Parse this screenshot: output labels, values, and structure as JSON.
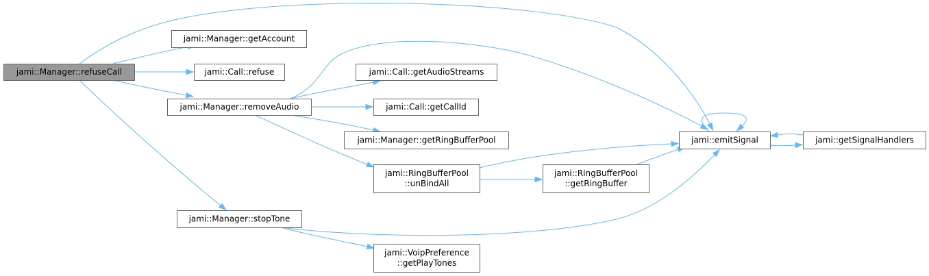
{
  "graph": {
    "nodes": [
      {
        "id": "refuseCall",
        "lines": [
          "jami::Manager::refuseCall"
        ],
        "root": true
      },
      {
        "id": "getAccount",
        "lines": [
          "jami::Manager::getAccount"
        ]
      },
      {
        "id": "refuse",
        "lines": [
          "jami::Call::refuse"
        ]
      },
      {
        "id": "removeAudio",
        "lines": [
          "jami::Manager::removeAudio"
        ]
      },
      {
        "id": "stopTone",
        "lines": [
          "jami::Manager::stopTone"
        ]
      },
      {
        "id": "getAudioStreams",
        "lines": [
          "jami::Call::getAudioStreams"
        ]
      },
      {
        "id": "getCallId",
        "lines": [
          "jami::Call::getCallId"
        ]
      },
      {
        "id": "getRingBufferPool",
        "lines": [
          "jami::Manager::getRingBufferPool"
        ]
      },
      {
        "id": "unBindAll",
        "lines": [
          "jami::RingBufferPool",
          "::unBindAll"
        ]
      },
      {
        "id": "getPlayTones",
        "lines": [
          "jami::VoipPreference",
          "::getPlayTones"
        ]
      },
      {
        "id": "getRingBuffer",
        "lines": [
          "jami::RingBufferPool",
          "::getRingBuffer"
        ]
      },
      {
        "id": "emitSignal",
        "lines": [
          "jami::emitSignal"
        ]
      },
      {
        "id": "getSignalHandlers",
        "lines": [
          "jami::getSignalHandlers"
        ]
      }
    ],
    "edges": [
      {
        "from": "refuseCall",
        "to": "emitSignal"
      },
      {
        "from": "refuseCall",
        "to": "getAccount"
      },
      {
        "from": "refuseCall",
        "to": "refuse"
      },
      {
        "from": "refuseCall",
        "to": "removeAudio"
      },
      {
        "from": "refuseCall",
        "to": "stopTone"
      },
      {
        "from": "removeAudio",
        "to": "emitSignal"
      },
      {
        "from": "removeAudio",
        "to": "getAudioStreams"
      },
      {
        "from": "removeAudio",
        "to": "getCallId"
      },
      {
        "from": "removeAudio",
        "to": "getRingBufferPool"
      },
      {
        "from": "removeAudio",
        "to": "unBindAll"
      },
      {
        "from": "emitSignal",
        "to": "emitSignal"
      },
      {
        "from": "emitSignal",
        "to": "getSignalHandlers"
      },
      {
        "from": "getSignalHandlers",
        "to": "emitSignal"
      },
      {
        "from": "unBindAll",
        "to": "emitSignal"
      },
      {
        "from": "unBindAll",
        "to": "getRingBuffer"
      },
      {
        "from": "getRingBuffer",
        "to": "emitSignal"
      },
      {
        "from": "stopTone",
        "to": "emitSignal"
      },
      {
        "from": "stopTone",
        "to": "getPlayTones"
      }
    ],
    "edge_color": "#63b8ff",
    "root_fill": "#999999",
    "border_color": "#666666"
  }
}
